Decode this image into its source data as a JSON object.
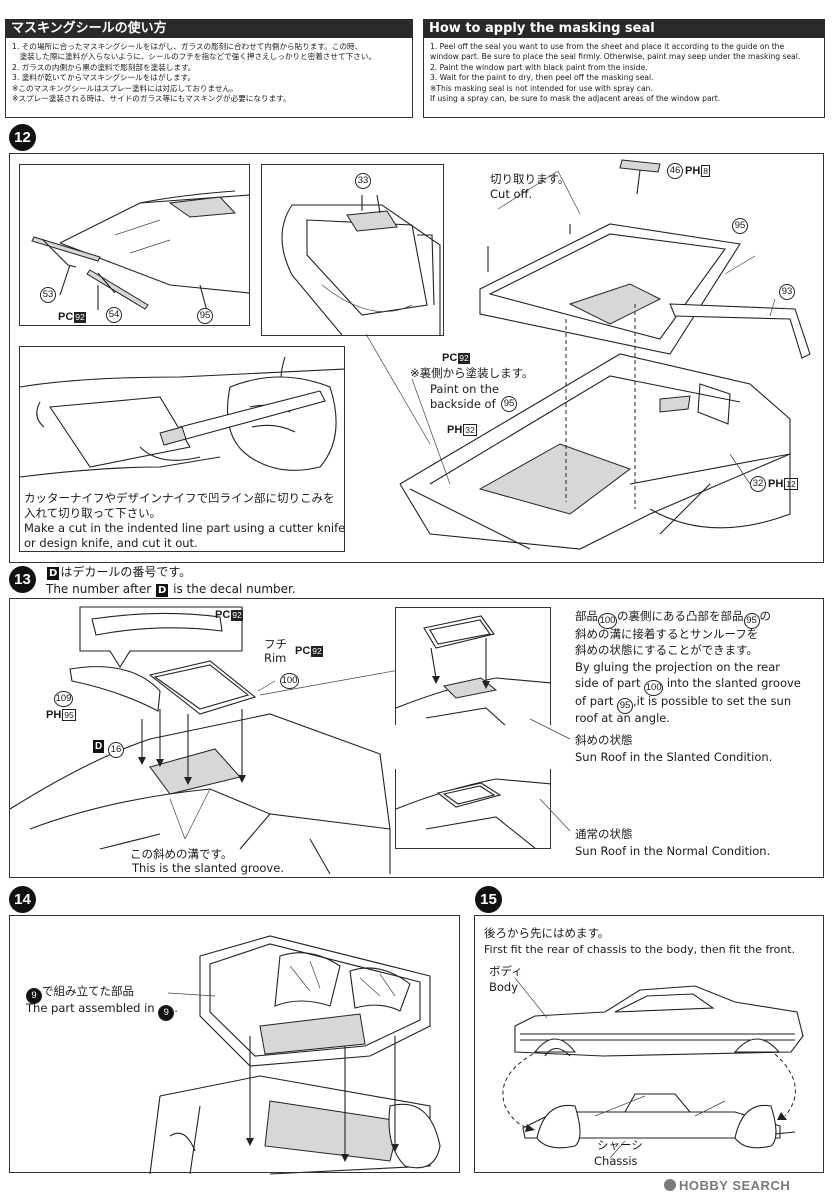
{
  "header": {
    "jp_title": "マスキングシールの使い方",
    "en_title": "How to apply the masking seal",
    "jp_lines": [
      "1. その場所に合ったマスキングシールをはがし、ガラスの彫刻に合わせて内側から貼ります。この時、",
      "　塗装した際に塗料が入らないように、シールのフチを指などで強く押さえしっかりと密着させて下さい。",
      "2. ガラスの内側から黒の塗料で彫刻部を塗装します。",
      "3. 塗料が乾いてからマスキングシールをはがします。",
      "※このマスキングシールはスプレー塗料には対応しておりません。",
      "※スプレー塗装される時は、サイドのガラス等にもマスキングが必要になります。"
    ],
    "en_lines": [
      "1.  Peel off the seal you want to use from the sheet and place it according to the guide on the",
      "     window part. Be sure to place the seal firmly. Otherwise, paint may seep under the masking seal.",
      "2.  Paint the window part with black paint from the inside.",
      "3.  Wait for the paint to dry, then peel off the masking seal.",
      "※This masking seal is not intended for use with spray can.",
      "    If using a spray can, be sure to mask the adjacent areas of the window part."
    ]
  },
  "step12": {
    "number": "12",
    "parts": [
      "53",
      "54",
      "95",
      "33",
      "46",
      "95",
      "93",
      "32"
    ],
    "paint_pc": "PC",
    "paint_pc_num": "92",
    "paint_ph": "PH",
    "paint_46": "8",
    "paint_32_inner": "32",
    "paint_32": "12",
    "cut_jp": "切り取ります。",
    "cut_en": "Cut off.",
    "backside_jp": "※裏側から塗装します。",
    "backside_en_1": "Paint on the",
    "backside_en_2": "backside of",
    "knife_jp_1": "カッターナイフやデザインナイフで凹ライン部に切りこみを",
    "knife_jp_2": "入れて切り取って下さい。",
    "knife_en_1": "Make a cut in the indented line part using a cutter knife",
    "knife_en_2": "or design knife, and cut it out."
  },
  "step13": {
    "number": "13",
    "decal_jp": "はデカールの番号です。",
    "decal_en_1": "The number after",
    "decal_en_2": "is the decal number.",
    "decal_letter": "D",
    "decal_num": "16",
    "part_109": "109",
    "part_100": "100",
    "paint_109": "95",
    "rim_jp": "フチ",
    "rim_en": "Rim",
    "groove_jp": "この斜めの溝です。",
    "groove_en": "This is the slanted groove.",
    "desc_jp_1": "部品",
    "desc_jp_2": "の裏側にある凸部を部品",
    "desc_jp_3": "の",
    "desc_jp_4": "斜めの溝に接着するとサンルーフを",
    "desc_jp_5": "斜めの状態にすることができます。",
    "desc_en_1": "By gluing the projection on the rear",
    "desc_en_2": "side of part",
    "desc_en_3": "into the slanted groove",
    "desc_en_4": "of part",
    "desc_en_5": ",it is possible to set the sun",
    "desc_en_6": "roof at an angle.",
    "slanted_jp": "斜めの状態",
    "slanted_en": "Sun Roof in the Slanted Condition.",
    "normal_jp": "通常の状態",
    "normal_en": "Sun Roof in the Normal Condition."
  },
  "step14": {
    "number": "14",
    "part": "9",
    "jp": "で組み立てた部品",
    "en": "The part assembled in"
  },
  "step15": {
    "number": "15",
    "jp": "後ろから先にはめます。",
    "en": "First fit the rear of chassis to the body, then fit the front.",
    "body_jp": "ボディ",
    "body_en": "Body",
    "chassis_jp": "シャーシ",
    "chassis_en": "Chassis"
  },
  "watermark": "HOBBY SEARCH"
}
